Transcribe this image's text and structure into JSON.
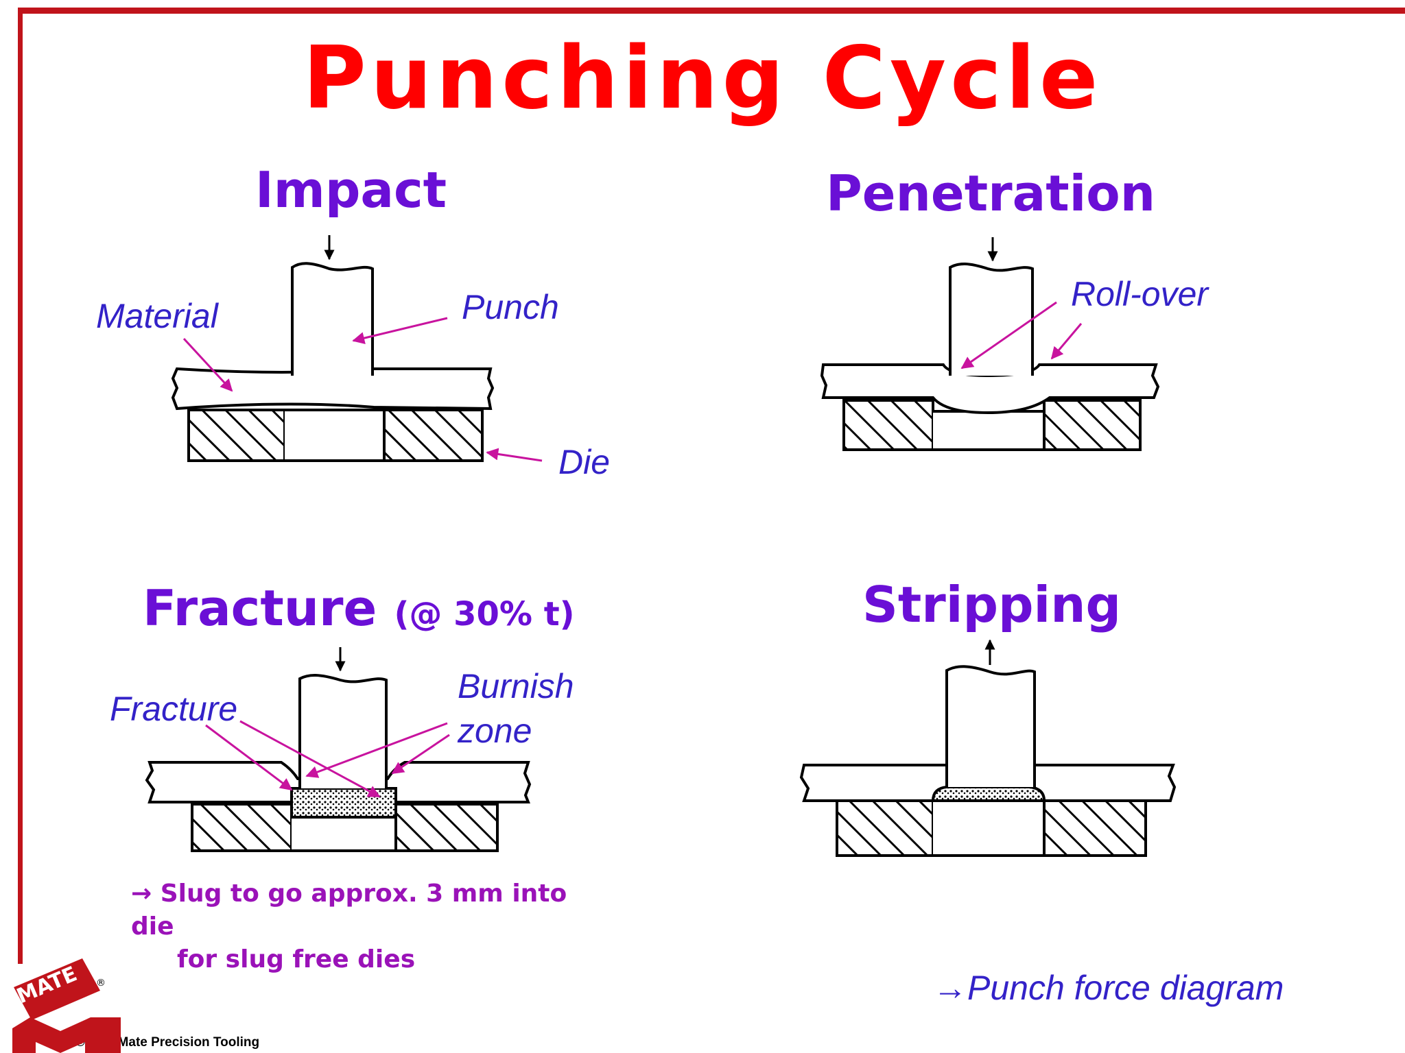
{
  "title": "Punching Cycle",
  "stages": {
    "impact": {
      "title": "Impact",
      "labels": {
        "material": "Material",
        "punch": "Punch",
        "die": "Die"
      }
    },
    "penetration": {
      "title": "Penetration",
      "labels": {
        "rollover": "Roll-over"
      }
    },
    "fracture": {
      "title": "Fracture",
      "note": "(@ 30% t)",
      "labels": {
        "fracture": "Fracture",
        "burnish_line1": "Burnish",
        "burnish_line2": "zone"
      }
    },
    "stripping": {
      "title": "Stripping"
    }
  },
  "slug_note": {
    "arrow": "→",
    "line1": "Slug to go approx. 3 mm into",
    "line2": "die",
    "line3": "for slug free dies"
  },
  "link": {
    "arrow": "→",
    "text": "Punch force diagram"
  },
  "logo": {
    "text": "MATE",
    "mark": "®"
  },
  "copyright": "©2010  Mate Precision Tooling",
  "colors": {
    "title": "#ff0000",
    "frame": "#c0141b",
    "stage_title": "#6a0fd6",
    "label": "#3322c8",
    "leader_arrow": "#c8139e",
    "note": "#9a12b8",
    "logo": "#c0141b"
  }
}
